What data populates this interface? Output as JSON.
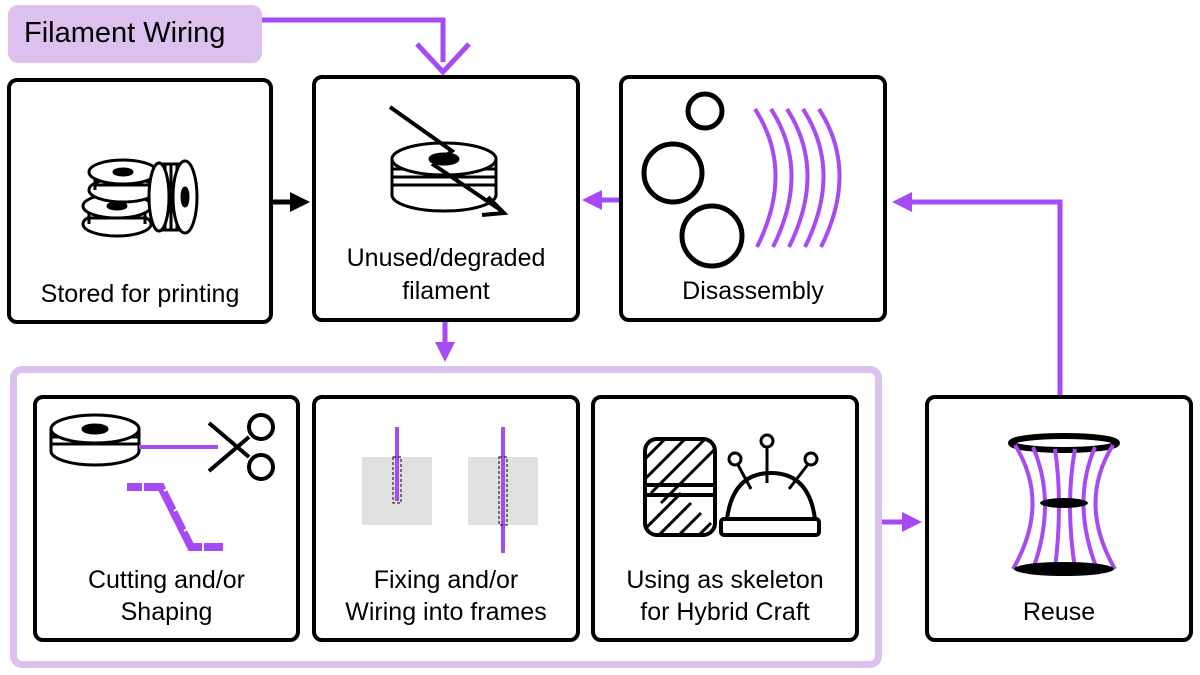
{
  "title": "Filament Wiring",
  "nodes": {
    "stored": "Stored for printing",
    "unused_line1": "Unused/degraded",
    "unused_line2": "filament",
    "disassembly": "Disassembly",
    "cutting_line1": "Cutting and/or",
    "cutting_line2": "Shaping",
    "fixing_line1": "Fixing and/or",
    "fixing_line2": "Wiring into frames",
    "skeleton_line1": "Using as skeleton",
    "skeleton_line2": "for Hybrid Craft",
    "reuse": "Reuse"
  },
  "colors": {
    "accent": "#a64bf4",
    "accent_light": "#dcc0ee",
    "stroke": "#000000",
    "panel_gray": "#e0e0e0"
  },
  "icons": [
    "spool-stack-icon",
    "broken-spool-icon",
    "disassembly-icon",
    "scissors-icon",
    "filament-fix-icon",
    "craft-icon",
    "reuse-frame-icon"
  ]
}
